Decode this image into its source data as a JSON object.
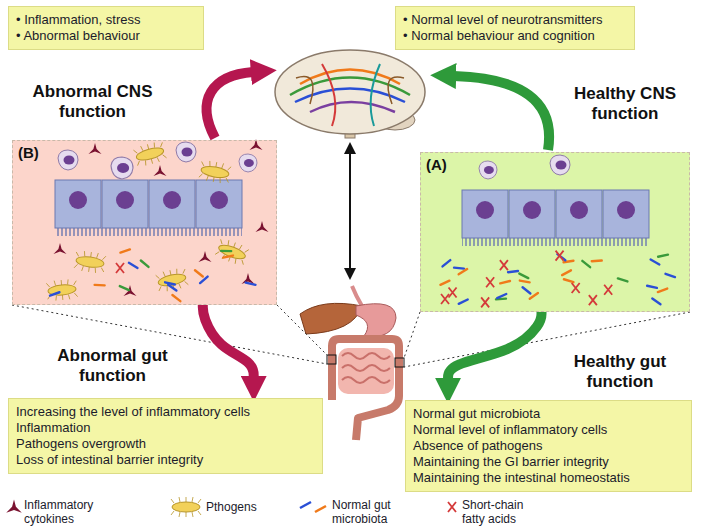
{
  "diagram": {
    "nodes": [
      {
        "text": [
          "• Inflammation, stress",
          "• Abnormal behaviour"
        ]
      },
      {
        "text": [
          "• Normal level of neurotransmitters",
          "• Normal behaviour and cognition"
        ]
      },
      {
        "text": [
          "(B)"
        ]
      },
      {
        "text": [
          "(A)"
        ]
      },
      {
        "text": [
          "Increasing the level of inflammatory cells",
          "Inflammation",
          "Pathogens overgrowth",
          "Loss of intestinal barrier integrity"
        ]
      },
      {
        "text": [
          "Normal gut microbiota",
          "Normal level of inflammatory cells",
          "Absence of pathogens",
          "Maintaining the GI barrier integrity",
          "Maintaining the intestinal homeostatis"
        ]
      }
    ],
    "edges": [
      {
        "from": 2,
        "to": 4,
        "arrow": "to"
      },
      {
        "from": 3,
        "to": 5,
        "arrow": "to"
      }
    ],
    "labels": [
      "Abnormal CNS function",
      "Healthy CNS function",
      "Abnormal gut function",
      "Healthy gut function"
    ],
    "legend": [
      {
        "text": "Inflammatory cytokines"
      },
      {
        "text": "Pthogens"
      },
      {
        "text": "Normal gut microbiota"
      },
      {
        "text": "Short-chain fatty acids"
      }
    ]
  }
}
